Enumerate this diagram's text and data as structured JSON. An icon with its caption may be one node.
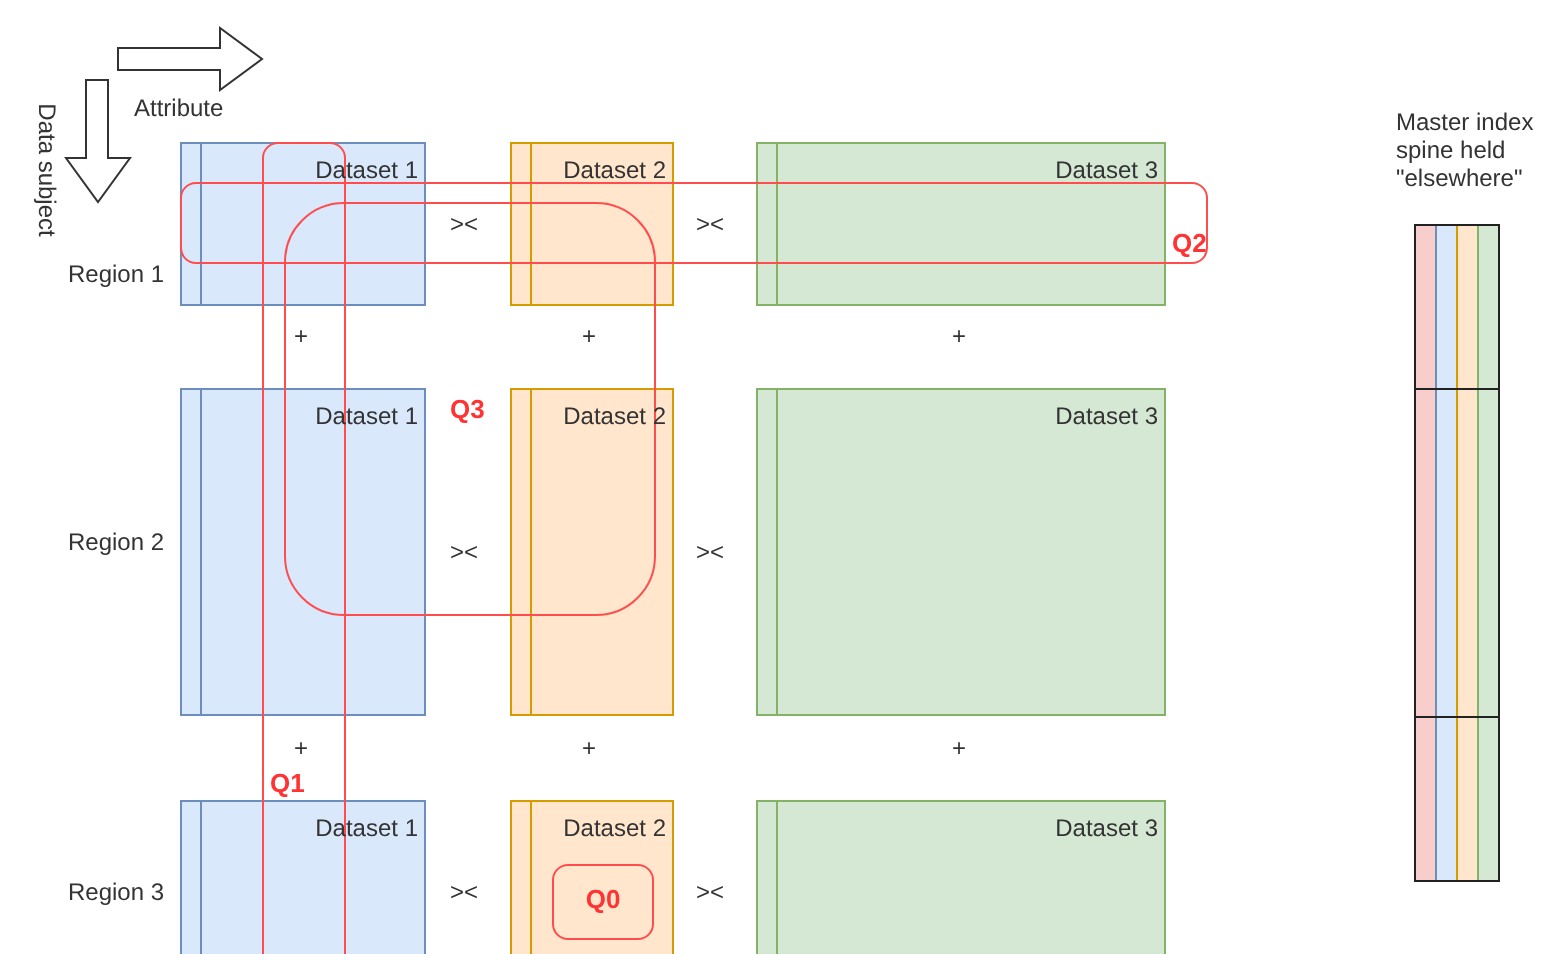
{
  "diagram": {
    "nodes": [
      {
        "text": [
          "Dataset 1"
        ]
      },
      {
        "text": [
          "Dataset 2"
        ]
      },
      {
        "text": [
          "Dataset 3"
        ]
      },
      {
        "text": [
          "Dataset 1"
        ]
      },
      {
        "text": [
          "Dataset 2"
        ]
      },
      {
        "text": [
          "Dataset 3"
        ]
      },
      {
        "text": [
          "Dataset 1"
        ]
      },
      {
        "text": [
          "Dataset 2"
        ]
      },
      {
        "text": [
          "Q0"
        ],
        "in": 7
      },
      {
        "text": [
          "Dataset 3"
        ]
      },
      {
        "text": [
          "Q1"
        ]
      },
      {
        "text": [
          "Q2"
        ]
      },
      {
        "text": [
          "Q3"
        ]
      },
      {
        "text": [
          "Master index spine held \"elsewhere\""
        ]
      }
    ],
    "labels": [
      "Attribute",
      "Data subject",
      "Region 1",
      "><",
      "><",
      "+",
      "+",
      "+",
      "Region 2",
      "><",
      "><",
      "+",
      "+",
      "+",
      "Region 3",
      "><",
      "><"
    ]
  }
}
